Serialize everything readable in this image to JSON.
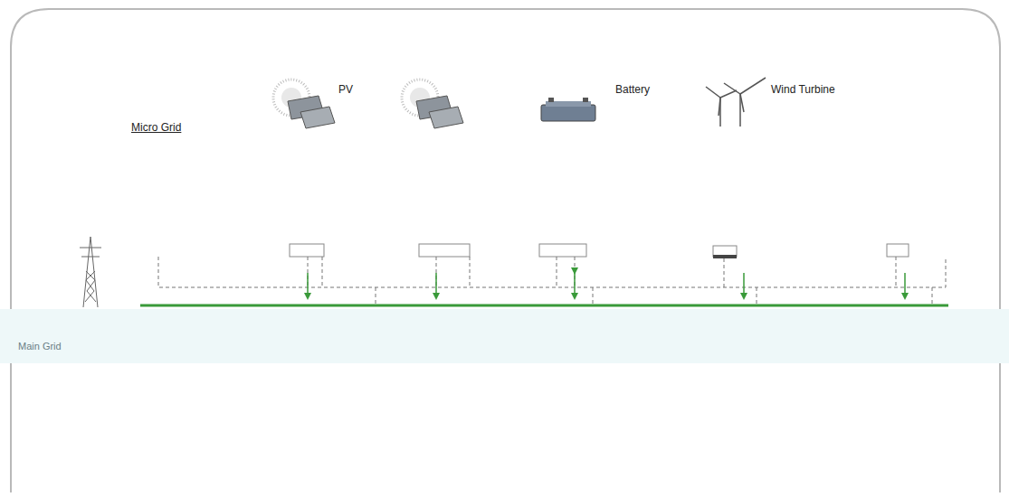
{
  "diagram": {
    "labels": [
      "Micro Grid",
      "PV",
      "Battery",
      "Wind Turbine",
      "Main Grid"
    ]
  }
}
